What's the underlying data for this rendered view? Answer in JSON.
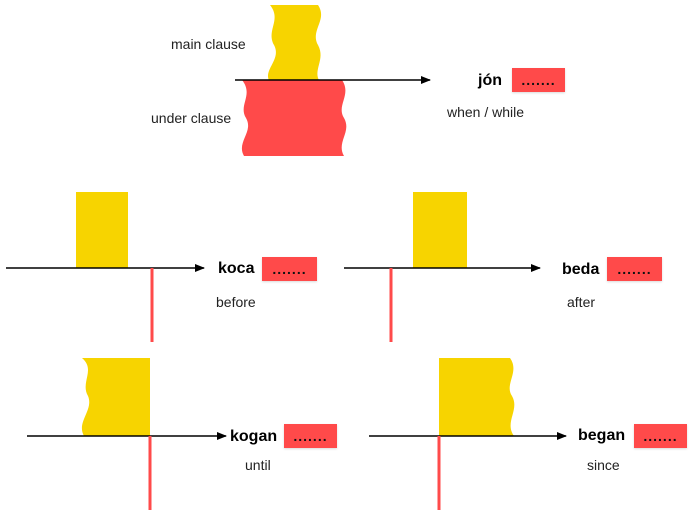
{
  "labels": {
    "main_clause": "main clause",
    "under_clause": "under clause"
  },
  "diagrams": {
    "jon": {
      "word": "jón",
      "blank": ".......",
      "meaning": "when / while"
    },
    "koca": {
      "word": "koca",
      "blank": ".......",
      "meaning": "before"
    },
    "beda": {
      "word": "beda",
      "blank": ".......",
      "meaning": "after"
    },
    "kogan": {
      "word": "kogan",
      "blank": ".......",
      "meaning": "until"
    },
    "began": {
      "word": "began",
      "blank": ".......",
      "meaning": "since"
    }
  },
  "colors": {
    "main_clause": "#f7d400",
    "under_clause": "#ff4a4a",
    "line": "#000000"
  }
}
